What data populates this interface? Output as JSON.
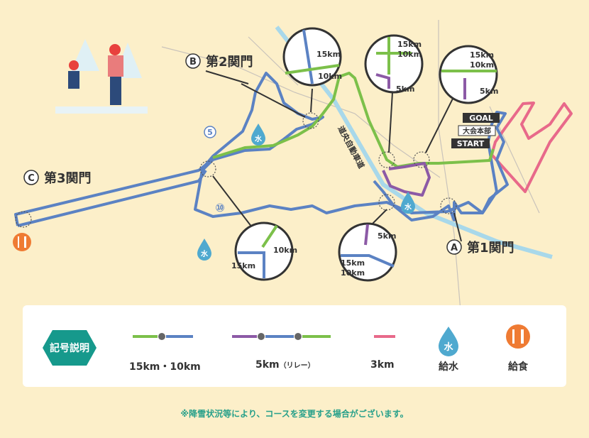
{
  "map": {
    "gates": {
      "gate_a": {
        "letter": "A",
        "label": "第1関門"
      },
      "gate_b": {
        "letter": "B",
        "label": "第2関門"
      },
      "gate_c": {
        "letter": "C",
        "label": "第3関門"
      }
    },
    "goal_sign": "GOAL",
    "hq_sign": "大会本部",
    "start_sign": "START",
    "road_label": "道央自動車道",
    "km_markers": [
      "5",
      "⑩"
    ],
    "water_icon": "水",
    "zoom_labels": {
      "z1": [
        "15km",
        "10km"
      ],
      "z2": [
        "15km",
        "10km",
        "5km"
      ],
      "z3": [
        "15km",
        "10km",
        "5km"
      ],
      "z4": [
        "10km",
        "15km"
      ],
      "z5": [
        "5km",
        "15km",
        "10km"
      ]
    }
  },
  "legend": {
    "title": "記号説明",
    "items": {
      "l1": "15km・10km",
      "l2": "5km",
      "l2_sub": "（リレー）",
      "l3": "3km",
      "l4": "給水",
      "l5": "給食"
    },
    "water_glyph": "水"
  },
  "colors": {
    "green": "#7cc04a",
    "blue": "#5b82c3",
    "purple": "#8c5aa6",
    "pink": "#e8698a",
    "road": "#a8d8ea",
    "water": "#4fa9cf",
    "food": "#ef7b33",
    "teal": "#16998c"
  },
  "note": "※降雪状況等により、コースを変更する場合がございます。"
}
